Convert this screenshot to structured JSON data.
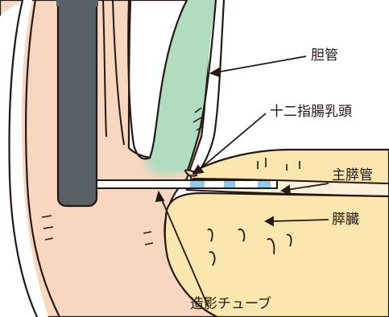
{
  "labels": {
    "bile_duct": "胆管",
    "papilla": "十二指腸乳頭",
    "main_pancreatic_duct": "主膵管",
    "pancreas": "膵臓",
    "contrast_tube": "造影チューブ"
  },
  "colors": {
    "duodenum_wall": "#f9d6bf",
    "lumen": "#ffffff",
    "bile_duct": "#b2dcc0",
    "pancreas": "#fbe6ae",
    "pancreatic_duct": "#fbf0d8",
    "endoscope": "#5a6166",
    "tube": "#ffffff",
    "tube_marker": "#8cc9ea",
    "outline": "#231815"
  }
}
